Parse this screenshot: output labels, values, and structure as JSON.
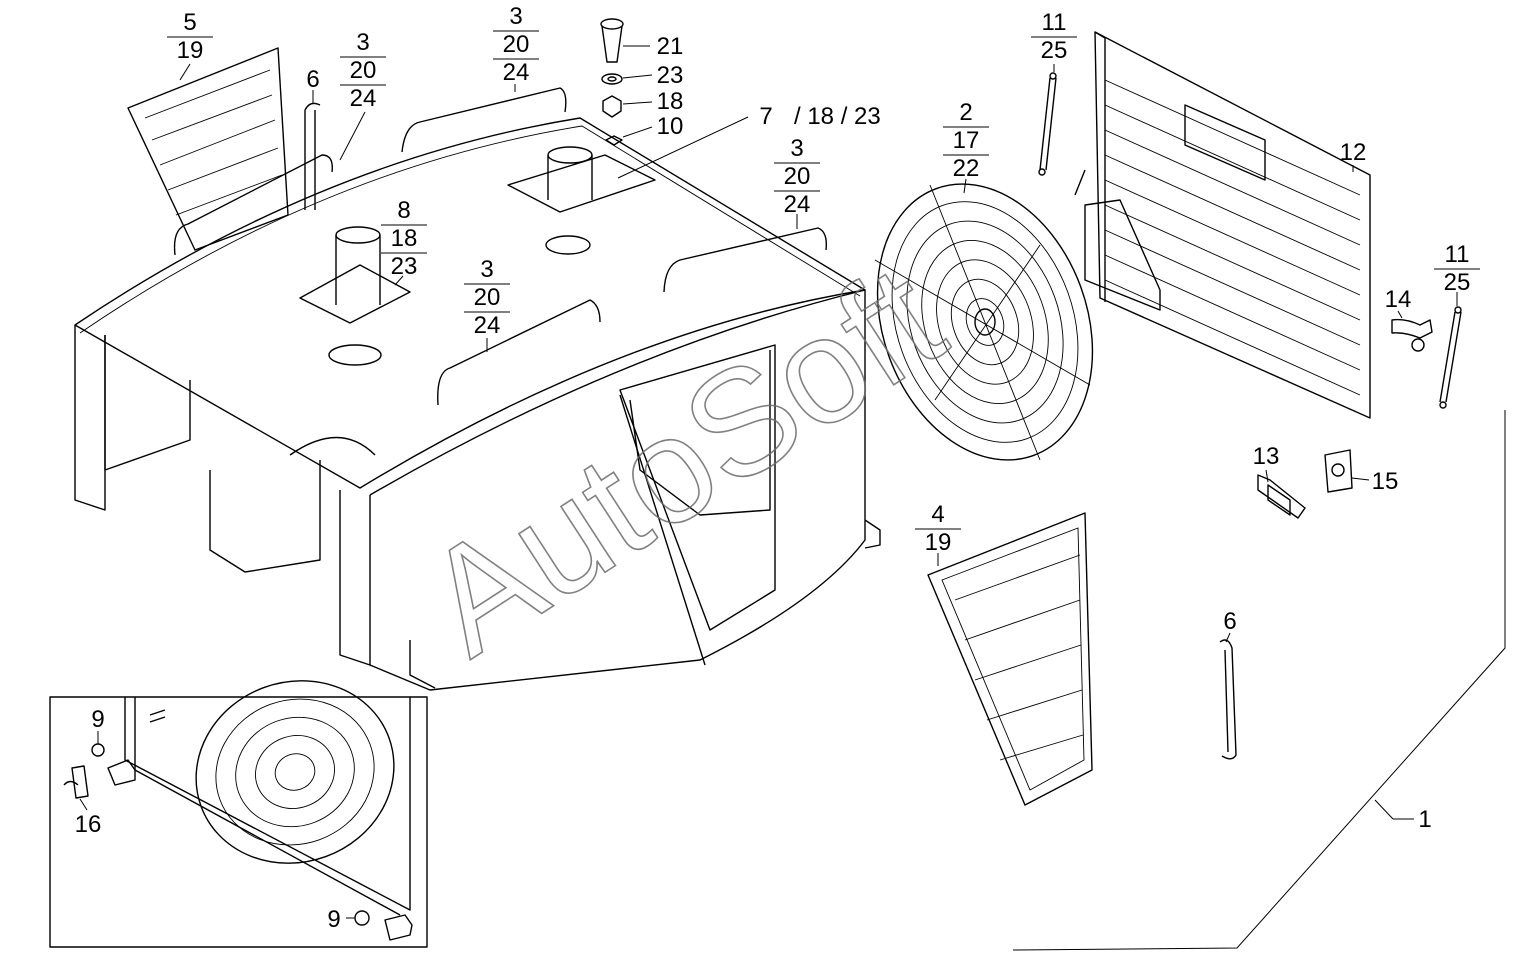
{
  "watermark": "AutoSoft",
  "callouts": {
    "c1": [
      "5",
      "19"
    ],
    "c2": [
      "3",
      "20",
      "24"
    ],
    "c3": [
      "6"
    ],
    "c4": [
      "3",
      "20",
      "24"
    ],
    "c5": [
      "21"
    ],
    "c6": [
      "23"
    ],
    "c7": [
      "18"
    ],
    "c8": [
      "10"
    ],
    "c9": [
      "7",
      "/ 18 / 23"
    ],
    "c10": [
      "8",
      "18",
      "23"
    ],
    "c11": [
      "3",
      "20",
      "24"
    ],
    "c12": [
      "3",
      "20",
      "24"
    ],
    "c13": [
      "2",
      "17",
      "22"
    ],
    "c14": [
      "11",
      "25"
    ],
    "c15": [
      "12"
    ],
    "c16": [
      "11",
      "25"
    ],
    "c17": [
      "14"
    ],
    "c18": [
      "13"
    ],
    "c19": [
      "15"
    ],
    "c20": [
      "4",
      "19"
    ],
    "c21": [
      "6"
    ],
    "c22": [
      "1"
    ],
    "c23": [
      "9"
    ],
    "c24": [
      "16"
    ],
    "c25": [
      "9"
    ]
  }
}
